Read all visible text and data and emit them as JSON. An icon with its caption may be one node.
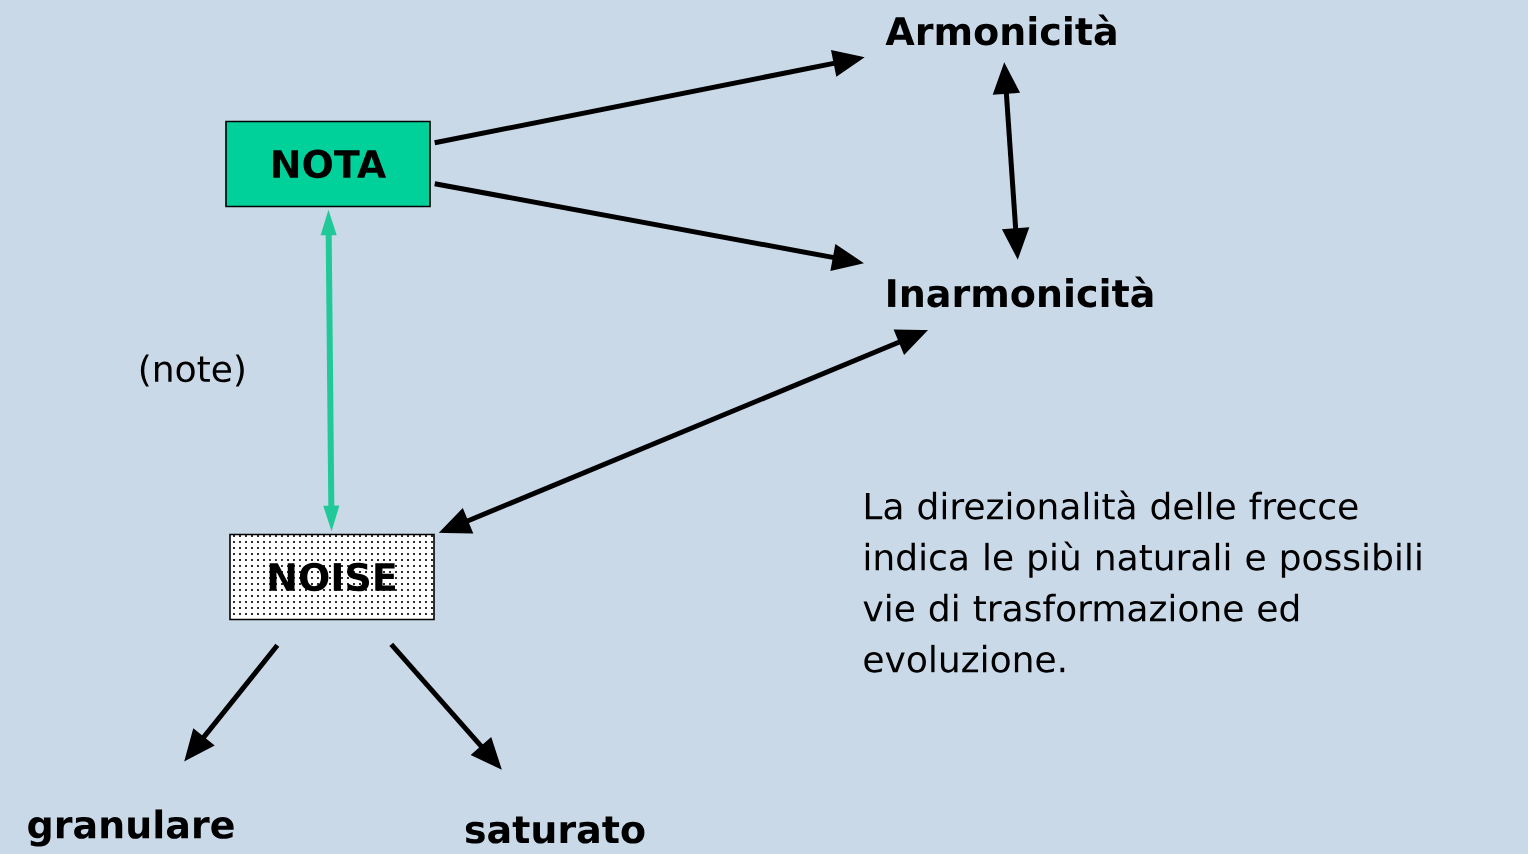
{
  "diagram": {
    "nodes": [
      {
        "text": [
          "NOTA"
        ]
      },
      {
        "text": [
          "Armonicità"
        ]
      },
      {
        "text": [
          "Inarmonicità"
        ]
      },
      {
        "text": [
          "NOISE"
        ]
      },
      {
        "text": [
          "granulare"
        ]
      },
      {
        "text": [
          "saturato"
        ]
      }
    ],
    "edges": [
      {
        "from": 0,
        "to": 1,
        "arrow": "to"
      },
      {
        "from": 0,
        "to": 2,
        "arrow": "to"
      },
      {
        "from": 1,
        "to": 2,
        "arrow": "both"
      },
      {
        "from": 0,
        "to": 3,
        "arrow": "both",
        "label": "(note)",
        "color": "#20c997"
      },
      {
        "from": 2,
        "to": 3,
        "arrow": "both"
      },
      {
        "from": 3,
        "to": 4,
        "arrow": "to"
      },
      {
        "from": 3,
        "to": 5,
        "arrow": "to"
      }
    ],
    "labels": [
      "La direzionalità delle frecce indica le più naturali e possibili vie di trasformazione ed evoluzione."
    ]
  }
}
